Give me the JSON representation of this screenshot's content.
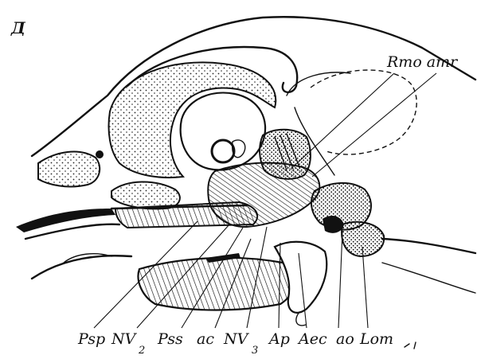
{
  "figure": {
    "panel_letter": "Д",
    "top_labels": [
      {
        "text": "Rmo amr"
      }
    ],
    "bottom_labels": [
      {
        "text": "Psp",
        "sub": ""
      },
      {
        "text": "NV",
        "sub": "2"
      },
      {
        "text": "Pss",
        "sub": ""
      },
      {
        "text": "ac",
        "sub": ""
      },
      {
        "text": "NV",
        "sub": "3"
      },
      {
        "text": "Ap",
        "sub": ""
      },
      {
        "text": "Aec",
        "sub": ""
      },
      {
        "text": "ao",
        "sub": ""
      },
      {
        "text": "Lom",
        "sub": ""
      }
    ]
  }
}
